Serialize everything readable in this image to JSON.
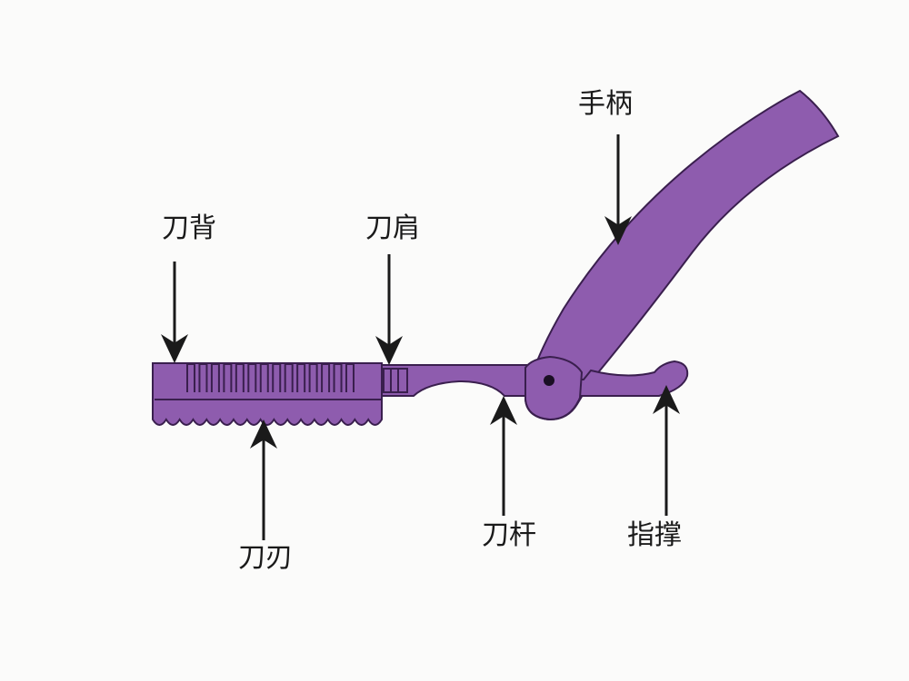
{
  "colors": {
    "razor_fill": "#8e5cae",
    "razor_stroke": "#3a1f4e",
    "arrow": "#1a1a1a",
    "background": "#fbfbfa"
  },
  "labels": {
    "blade_back": "刀背",
    "blade_shoulder": "刀肩",
    "handle": "手柄",
    "blade_edge": "刀刃",
    "blade_shank": "刀杆",
    "finger_rest": "指撑"
  }
}
